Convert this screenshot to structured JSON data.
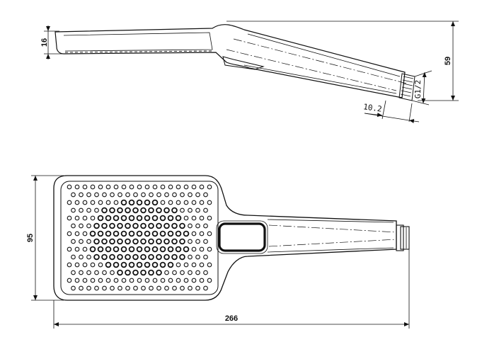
{
  "drawing": {
    "side_view": {
      "dims": {
        "head_thickness": "16",
        "overall_height": "59",
        "thread_length": "10.2",
        "thread_spec": "G1/2"
      }
    },
    "top_view": {
      "dims": {
        "head_width": "95",
        "overall_length": "266"
      }
    }
  },
  "colors": {
    "line": "#111111",
    "background": "#ffffff"
  }
}
